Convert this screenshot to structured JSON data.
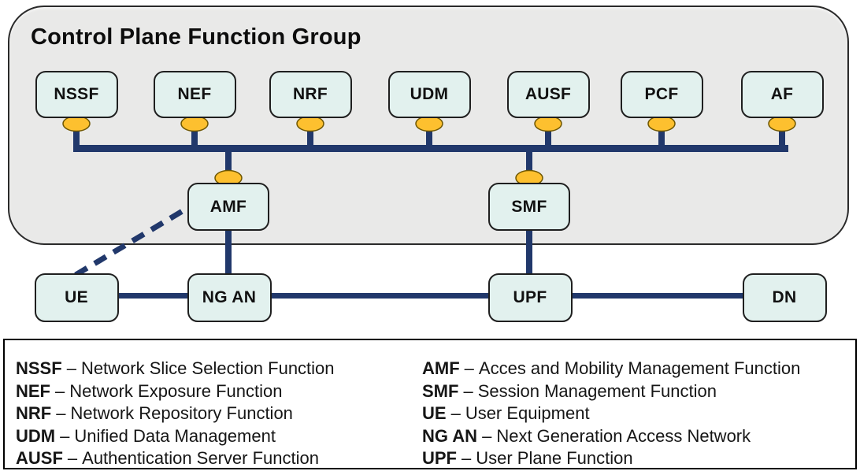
{
  "title": "Control Plane Function Group",
  "nodes": {
    "top": [
      "NSSF",
      "NEF",
      "NRF",
      "UDM",
      "AUSF",
      "PCF",
      "AF"
    ],
    "middle": [
      "AMF",
      "SMF"
    ],
    "bottom": [
      "UE",
      "NG AN",
      "UPF",
      "DN"
    ]
  },
  "legend": {
    "separator": "–",
    "left": [
      {
        "abbr": "NSSF",
        "desc": "Network Slice Selection Function"
      },
      {
        "abbr": "NEF",
        "desc": "Network Exposure Function"
      },
      {
        "abbr": "NRF",
        "desc": "Network Repository Function"
      },
      {
        "abbr": "UDM",
        "desc": "Unified Data Management"
      },
      {
        "abbr": "AUSF",
        "desc": "Authentication Server Function"
      }
    ],
    "right": [
      {
        "abbr": "AMF",
        "desc": "Acces and Mobility Management Function"
      },
      {
        "abbr": "SMF",
        "desc": "Session Management Function"
      },
      {
        "abbr": "UE",
        "desc": "User Equipment"
      },
      {
        "abbr": "NG AN",
        "desc": "Next Generation Access Network"
      },
      {
        "abbr": "UPF",
        "desc": "User Plane Function"
      }
    ]
  },
  "colors": {
    "background": "#ffffff",
    "group_fill": "#e9e9e8",
    "group_border": "#2a2a2a",
    "node_fill": "#e2f1ee",
    "node_border": "#1f1f1f",
    "connector_navy": "#21386b",
    "port_orange": "#fdc02f",
    "port_border": "#6e5600",
    "legend_border": "#000000"
  }
}
